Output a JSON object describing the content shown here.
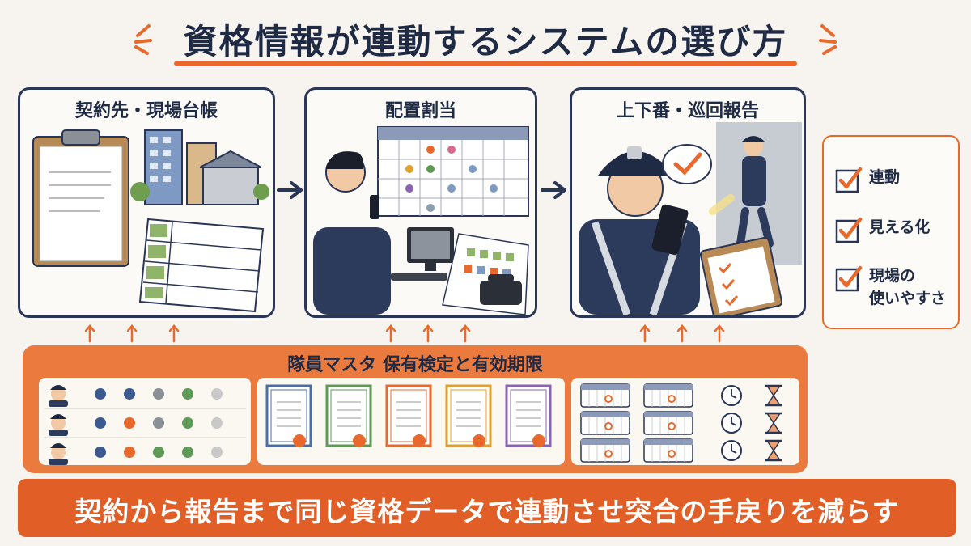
{
  "title": "資格情報が連動するシステムの選び方",
  "colors": {
    "navy": "#1f2a44",
    "accent": "#e8692b",
    "footer_bg": "#e15f26",
    "master_bg": "#ea7a3d",
    "panel_bg": "#fbfaf7"
  },
  "panels": [
    {
      "label": "契約先・現場台帳",
      "icons": [
        "clipboard-icon",
        "office-buildings-icon",
        "site-ledger-sheet-icon"
      ]
    },
    {
      "label": "配置割当",
      "icons": [
        "schedule-calendar-icon",
        "dispatcher-person-icon",
        "radio-icon",
        "computer-monitor-icon",
        "phone-icon",
        "staff-chart-icon"
      ]
    },
    {
      "label": "上下番・巡回報告",
      "icons": [
        "guard-smartphone-icon",
        "check-bubble-icon",
        "patrol-guard-icon",
        "report-clipboard-icon"
      ]
    }
  ],
  "checks": [
    {
      "label": "連動"
    },
    {
      "label": "見える化"
    },
    {
      "label": "現場の\n使いやすさ"
    }
  ],
  "master": {
    "title": "隊員マスタ  保有検定と有効期限",
    "icons": [
      "guard-avatar-icon",
      "status-dot-icon",
      "certificate-icon",
      "calendar-icon",
      "clock-icon",
      "hourglass-icon"
    ],
    "guard_dot_colors": [
      [
        "#3c5a8f",
        "#3c5a8f",
        "#8b8f96",
        "#5e9a55",
        "#c9c9c9"
      ],
      [
        "#3c5a8f",
        "#e8692b",
        "#8b8f96",
        "#5e9a55",
        "#c9c9c9"
      ],
      [
        "#3c5a8f",
        "#e8692b",
        "#5e9a55",
        "#5e9a55",
        "#c9c9c9"
      ]
    ],
    "certificate_colors": [
      "#4b6fa5",
      "#5e9a55",
      "#e8692b",
      "#e0a12b",
      "#8a63b5"
    ]
  },
  "footer": "契約から報告まで同じ資格データで連動させ突合の手戻りを減らす"
}
